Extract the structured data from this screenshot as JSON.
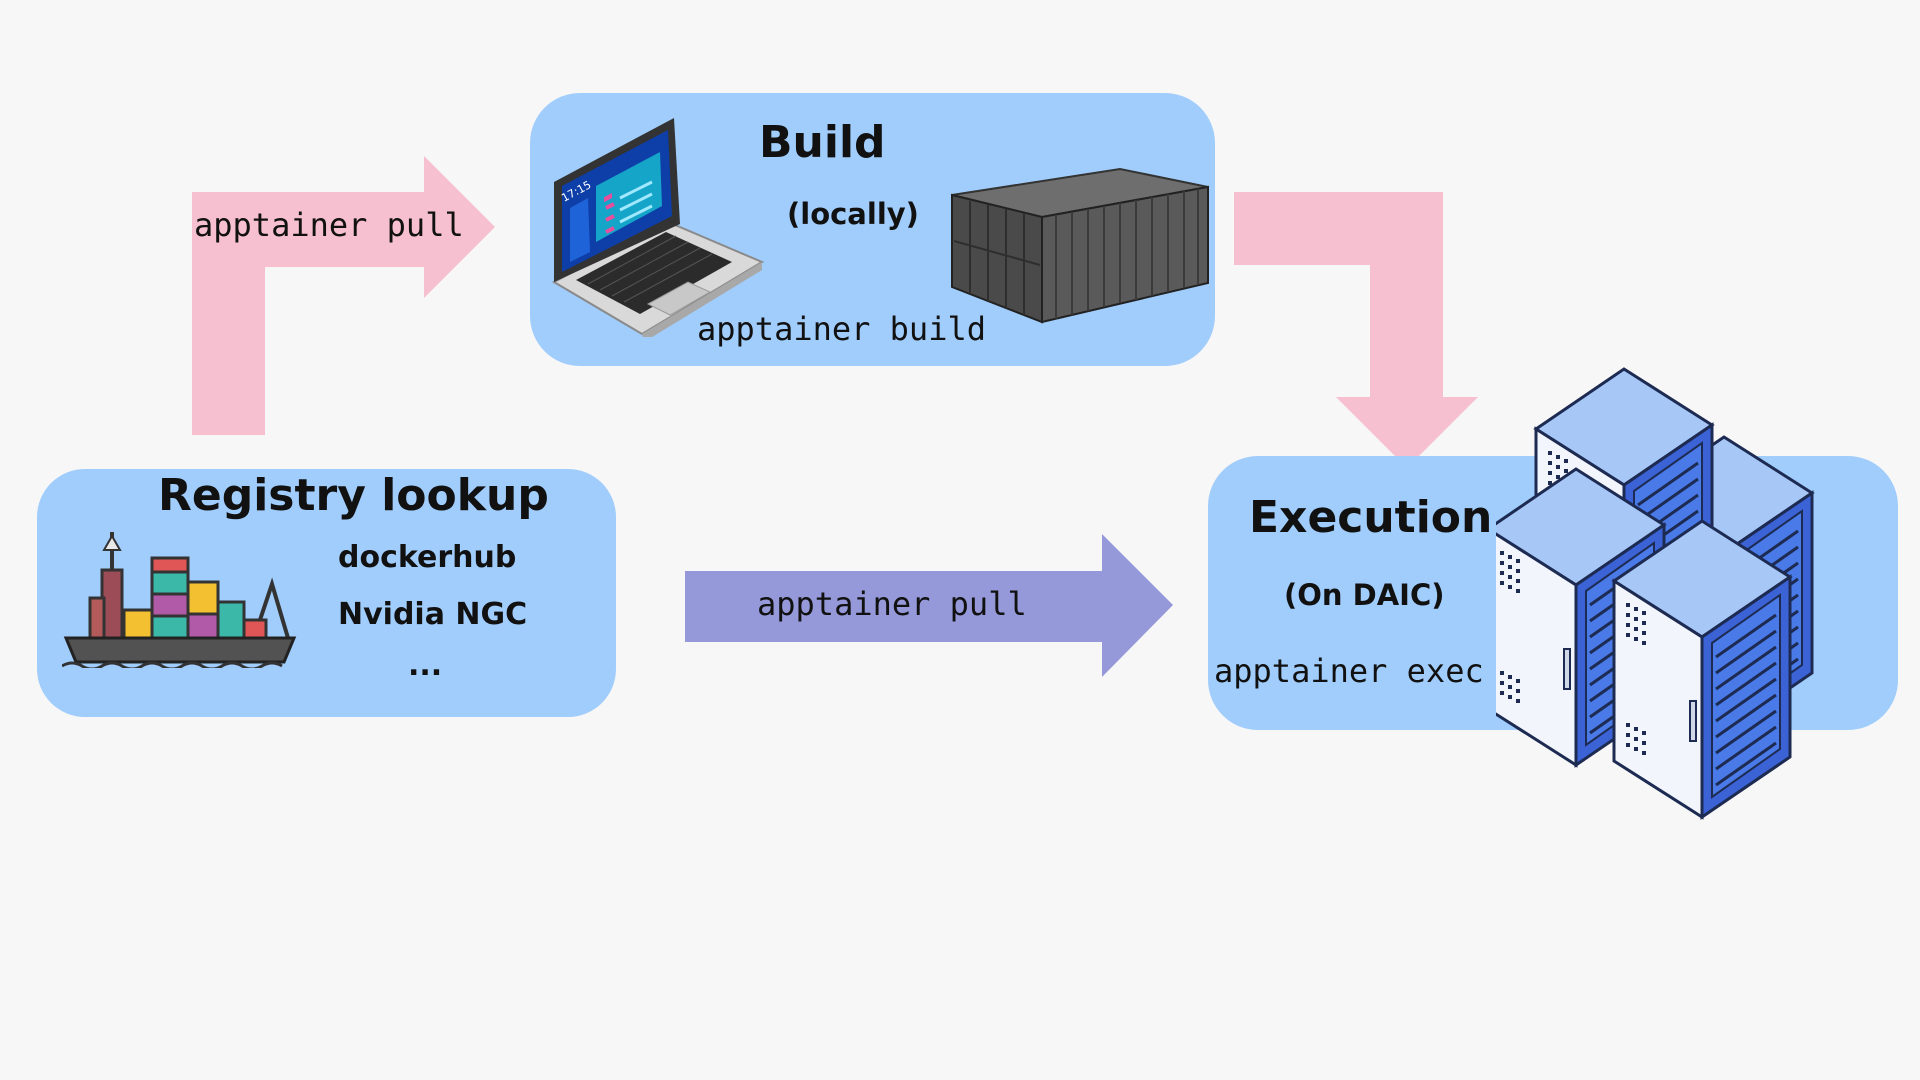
{
  "colors": {
    "background": "#f7f7f7",
    "box_fill": "#a1cdfc",
    "pink_arrow": "#f6c0d0",
    "purple_arrow": "#9599d9",
    "server_blue": "#3b63d6"
  },
  "build": {
    "title": "Build",
    "subtitle": "(locally)",
    "command": "apptainer build",
    "icons": [
      "laptop-icon",
      "shipping-container-icon"
    ]
  },
  "registry": {
    "title": "Registry lookup",
    "sources": [
      "dockerhub",
      "Nvidia NGC",
      "..."
    ],
    "icon": "cargo-ship-icon"
  },
  "execution": {
    "title": "Execution",
    "subtitle": "(On DAIC)",
    "command": "apptainer exec",
    "icon": "server-racks-icon"
  },
  "arrows": {
    "registry_to_build": "apptainer pull",
    "registry_to_execution": "apptainer pull"
  },
  "laptop_clock": "17:15"
}
